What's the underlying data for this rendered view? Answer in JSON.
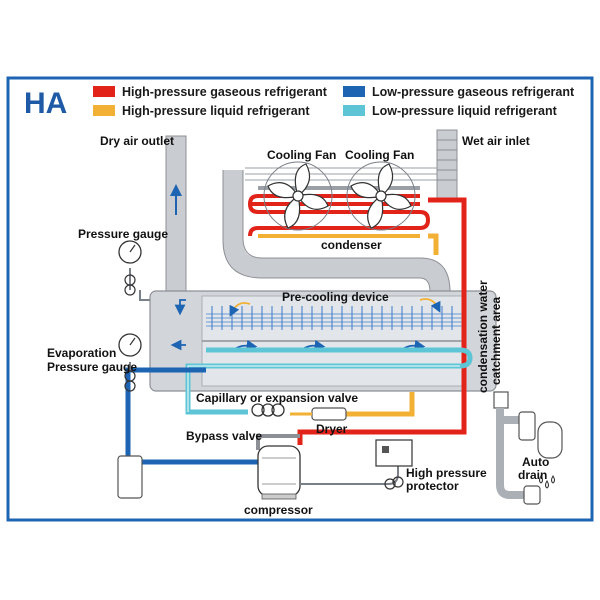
{
  "title": "HA",
  "legend": [
    {
      "label": "High-pressure gaseous refrigerant",
      "color": "#e2231a"
    },
    {
      "label": "High-pressure liquid refrigerant",
      "color": "#f2b134"
    },
    {
      "label": "Low-pressure gaseous refrigerant",
      "color": "#1d64b3"
    },
    {
      "label": "Low-pressure liquid refrigerant",
      "color": "#5ec5d6"
    }
  ],
  "labels": {
    "dry_air_outlet": "Dry air outlet",
    "wet_air_inlet": "Wet air inlet",
    "cooling_fan_left": "Cooling Fan",
    "cooling_fan_right": "Cooling Fan",
    "condenser": "condenser",
    "pressure_gauge": "Pressure gauge",
    "evaporation_gauge_line1": "Evaporation",
    "evaporation_gauge_line2": "Pressure gauge",
    "pre_cooling": "Pre-cooling device",
    "catchment_line1": "condensation water",
    "catchment_line2": "catchment area",
    "capillary": "Capillary or expansion valve",
    "dryer": "Dryer",
    "bypass_valve": "Bypass valve",
    "compressor": "compressor",
    "hp_protector_line1": "High pressure",
    "hp_protector_line2": "protector",
    "auto_drain_line1": "Auto",
    "auto_drain_line2": "drain"
  },
  "colors": {
    "frame": "#1d64b3",
    "duct": "#c9ccd0",
    "duct_edge": "#8c9096",
    "arrow": "#1d64b3",
    "arrow_warm": "#f2b134"
  }
}
